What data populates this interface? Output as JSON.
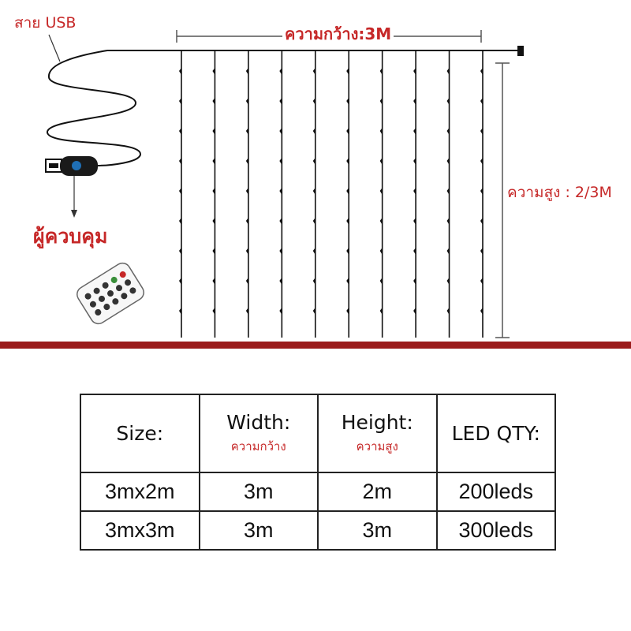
{
  "labels": {
    "usb_cable": "สาย USB",
    "width": "ความกว้าง:3M",
    "height": "ความสูง : 2/3M",
    "controller": "ผู้ควบคุม"
  },
  "colors": {
    "label_red": "#c62828",
    "divider": "#9b1b1b",
    "wire": "#111111",
    "usb_led": "#1f6fb5"
  },
  "curtain": {
    "strand_count": 10,
    "bulbs_per_strand": 9
  },
  "icons": {
    "usb_plug": "usb-plug-icon",
    "remote": "remote-control-icon",
    "power_cap": "end-cap-icon"
  },
  "table": {
    "headers": [
      {
        "main": "Size:",
        "sub": ""
      },
      {
        "main": "Width:",
        "sub": "ความกว้าง"
      },
      {
        "main": "Height:",
        "sub": "ความสูง"
      },
      {
        "main": "LED QTY:",
        "sub": ""
      }
    ],
    "rows": [
      [
        "3mx2m",
        "3m",
        "2m",
        "200leds"
      ],
      [
        "3mx3m",
        "3m",
        "3m",
        "300leds"
      ]
    ]
  }
}
